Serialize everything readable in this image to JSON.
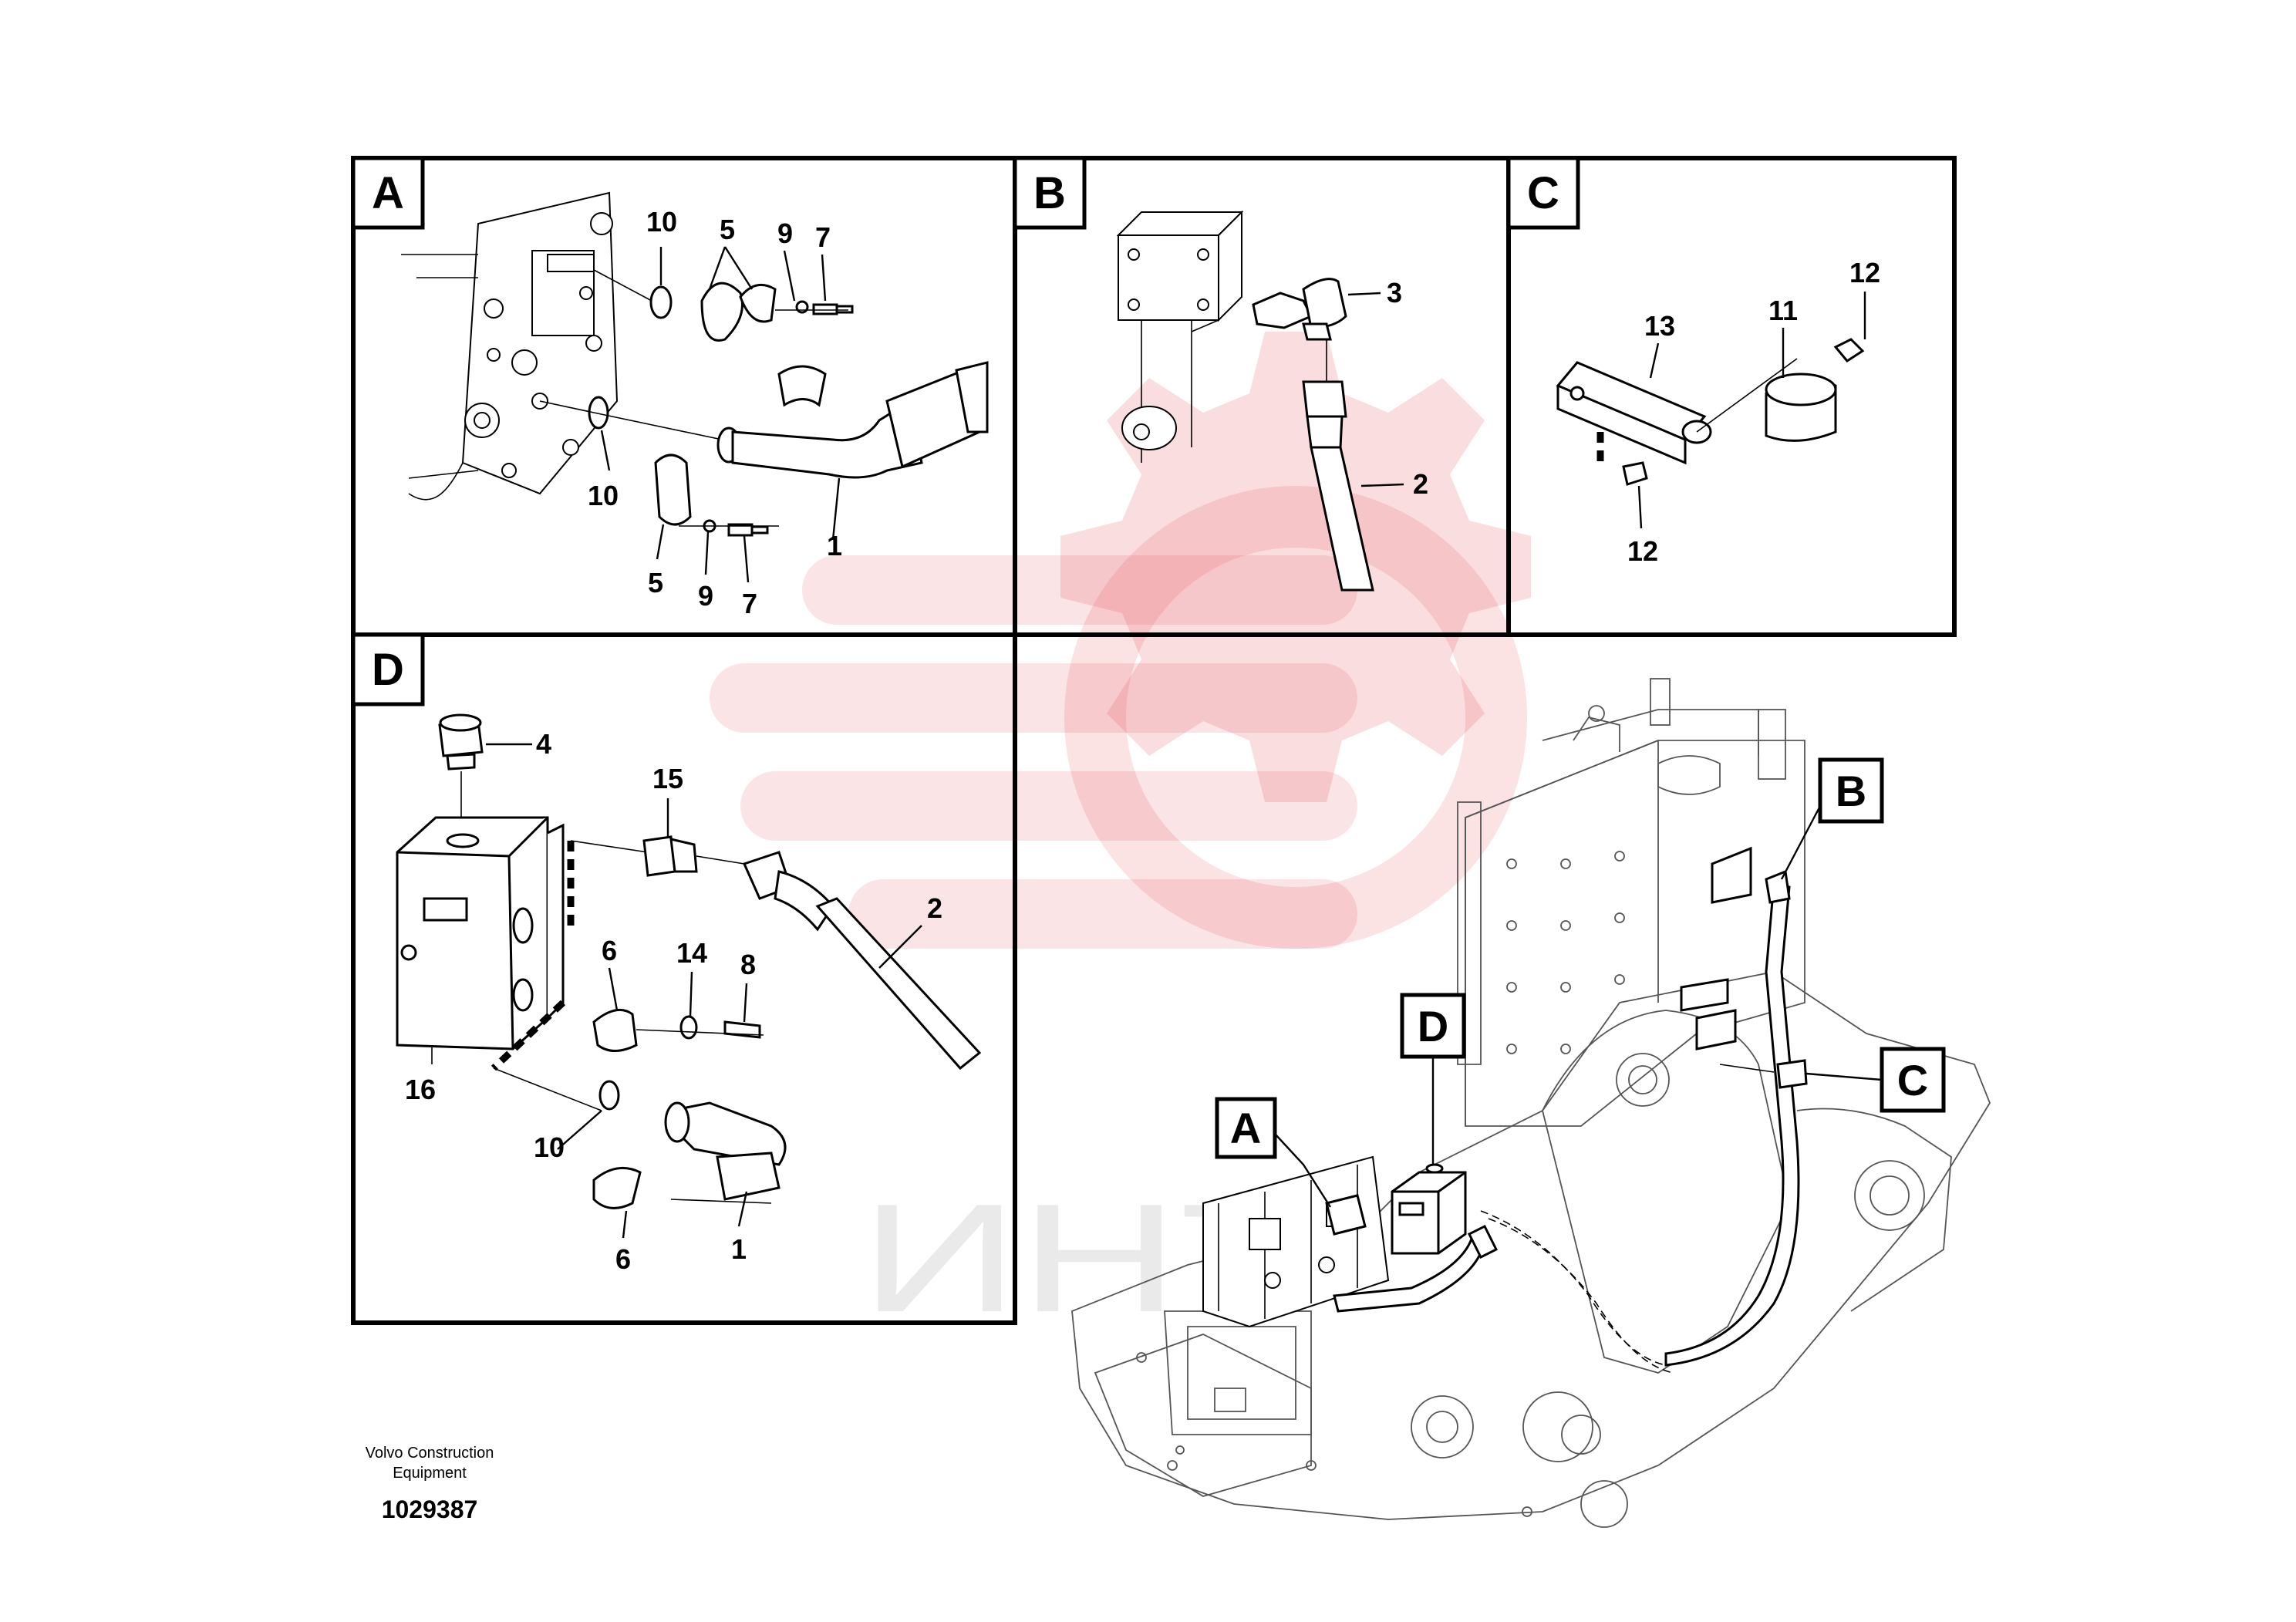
{
  "watermark": {
    "text": "ИНТ",
    "color": "#e0313a"
  },
  "panels": {
    "A": {
      "letter": "A",
      "callouts": [
        "10",
        "5",
        "9",
        "7",
        "10",
        "5",
        "9",
        "7",
        "1"
      ]
    },
    "B": {
      "letter": "B",
      "callouts": [
        "3",
        "2"
      ]
    },
    "C": {
      "letter": "C",
      "callouts": [
        "12",
        "13",
        "11",
        "12"
      ]
    },
    "D": {
      "letter": "D",
      "callouts": [
        "4",
        "15",
        "2",
        "6",
        "14",
        "8",
        "16",
        "10",
        "6",
        "1"
      ]
    }
  },
  "overview": {
    "tags": [
      "A",
      "B",
      "C",
      "D"
    ]
  },
  "footer": {
    "company_line1": "Volvo Construction",
    "company_line2": "Equipment",
    "drawing_number": "1029387"
  }
}
